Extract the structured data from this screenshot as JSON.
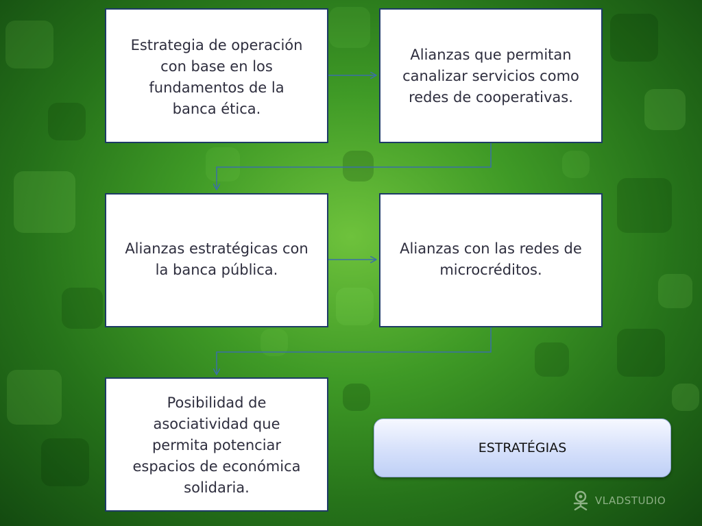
{
  "diagram": {
    "boxes": [
      {
        "id": "b1",
        "text": "Estrategia de operación con base en los fundamentos de  la banca ética.",
        "lines": [
          "Estrategia de operación",
          "con base en los",
          "fundamentos de  la",
          "banca ética."
        ]
      },
      {
        "id": "b2",
        "text": "Alianzas que permitan canalizar servicios como redes de cooperativas.",
        "lines": [
          "Alianzas que permitan",
          "canalizar servicios como",
          "redes de cooperativas."
        ]
      },
      {
        "id": "b3",
        "text": "Alianzas estratégicas con la banca pública.",
        "lines": [
          "Alianzas estratégicas con",
          "la banca pública."
        ]
      },
      {
        "id": "b4",
        "text": "Alianzas con las redes de microcréditos.",
        "lines": [
          "Alianzas con las redes de",
          "microcréditos."
        ]
      },
      {
        "id": "b5",
        "text": "Posibilidad de asociatividad que permita potenciar espacios de económica solidaria.",
        "lines": [
          "Posibilidad de",
          "asociatividad que",
          "permita potenciar",
          "espacios de económica",
          "solidaria."
        ]
      }
    ],
    "connector_color": "#3a6fa8"
  },
  "strategy_button": {
    "label": "ESTRATÉGIAS"
  },
  "brand": {
    "label": "VLADSTUDIO"
  },
  "colors": {
    "box_border": "#1d3a66",
    "button_fill": "#d8e2fb",
    "background": "#3f9a26"
  }
}
